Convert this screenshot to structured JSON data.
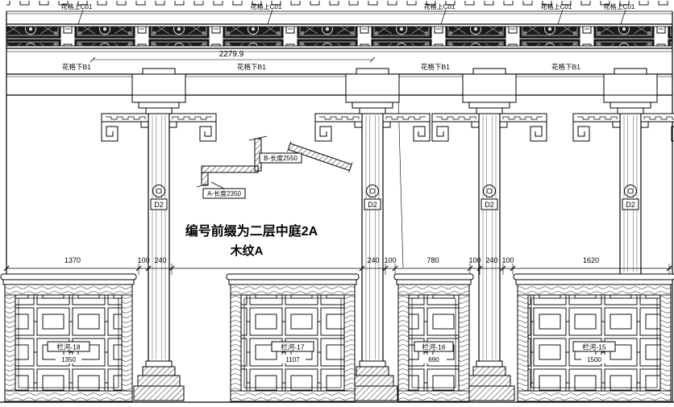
{
  "labels": {
    "top": "花格上C01",
    "mid": "花格下B1"
  },
  "overall_dim": "2279.9",
  "note": {
    "line1": "编号前缀为二层中庭2A",
    "line2": "木纹A"
  },
  "details": {
    "b": "B-长度2550",
    "a": "A-长度2350"
  },
  "column_tag": "D2",
  "dims": [
    "1370",
    "100",
    "240",
    "240",
    "100",
    "780",
    "100",
    "240",
    "100",
    "1620"
  ],
  "panels": [
    {
      "name": "栏河-18",
      "value": "1350"
    },
    {
      "name": "栏河-17",
      "value": "1107"
    },
    {
      "name": "栏河-16",
      "value": "690"
    },
    {
      "name": "栏河-15",
      "value": "1500"
    }
  ],
  "colors": {
    "line": "#000000",
    "ornament_dark": "#1b1b1b",
    "background": "#ffffff"
  }
}
